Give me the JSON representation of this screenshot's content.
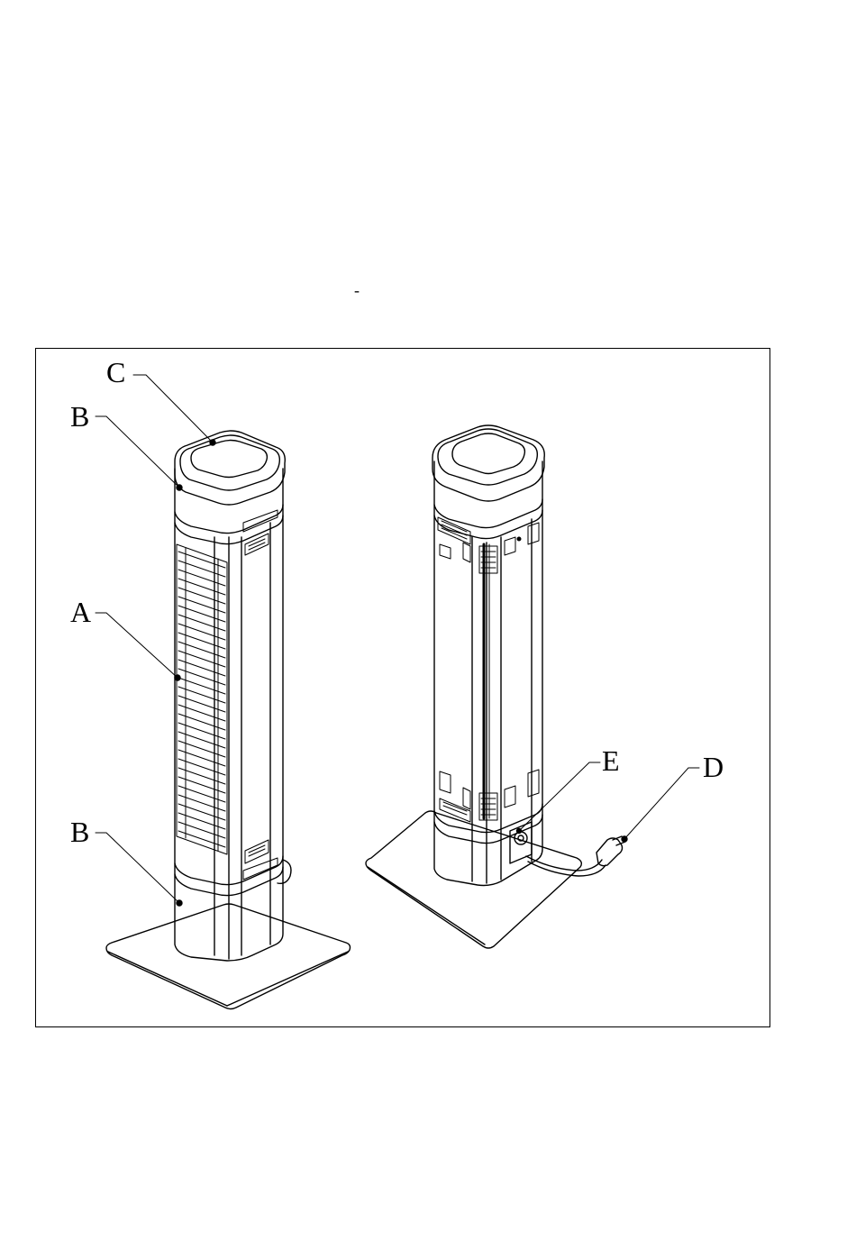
{
  "page": {
    "stray_mark": "-"
  },
  "diagram": {
    "labels": {
      "A": "A",
      "B_top": "B",
      "B_bottom": "B",
      "C": "C",
      "D": "D",
      "E": "E"
    }
  }
}
